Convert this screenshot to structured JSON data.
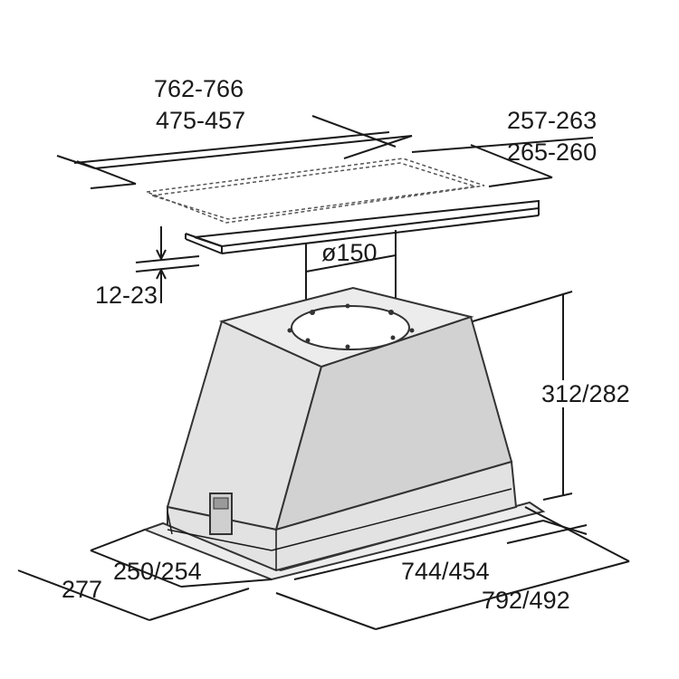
{
  "dimensions": {
    "cutout_width_a": "762-766",
    "cutout_width_b": "475-457",
    "cutout_depth_a": "257-263",
    "cutout_depth_b": "265-260",
    "panel_thickness": "12-23",
    "duct_diameter": "ø150",
    "height": "312/282",
    "body_depth": "250/254",
    "frame_depth": "277",
    "body_width": "744/454",
    "frame_width": "792/492"
  },
  "colors": {
    "line": "#1a1a1a",
    "housing_fill": "#e2e2e2",
    "housing_top": "#ececec",
    "housing_front": "#d2d2d2"
  }
}
